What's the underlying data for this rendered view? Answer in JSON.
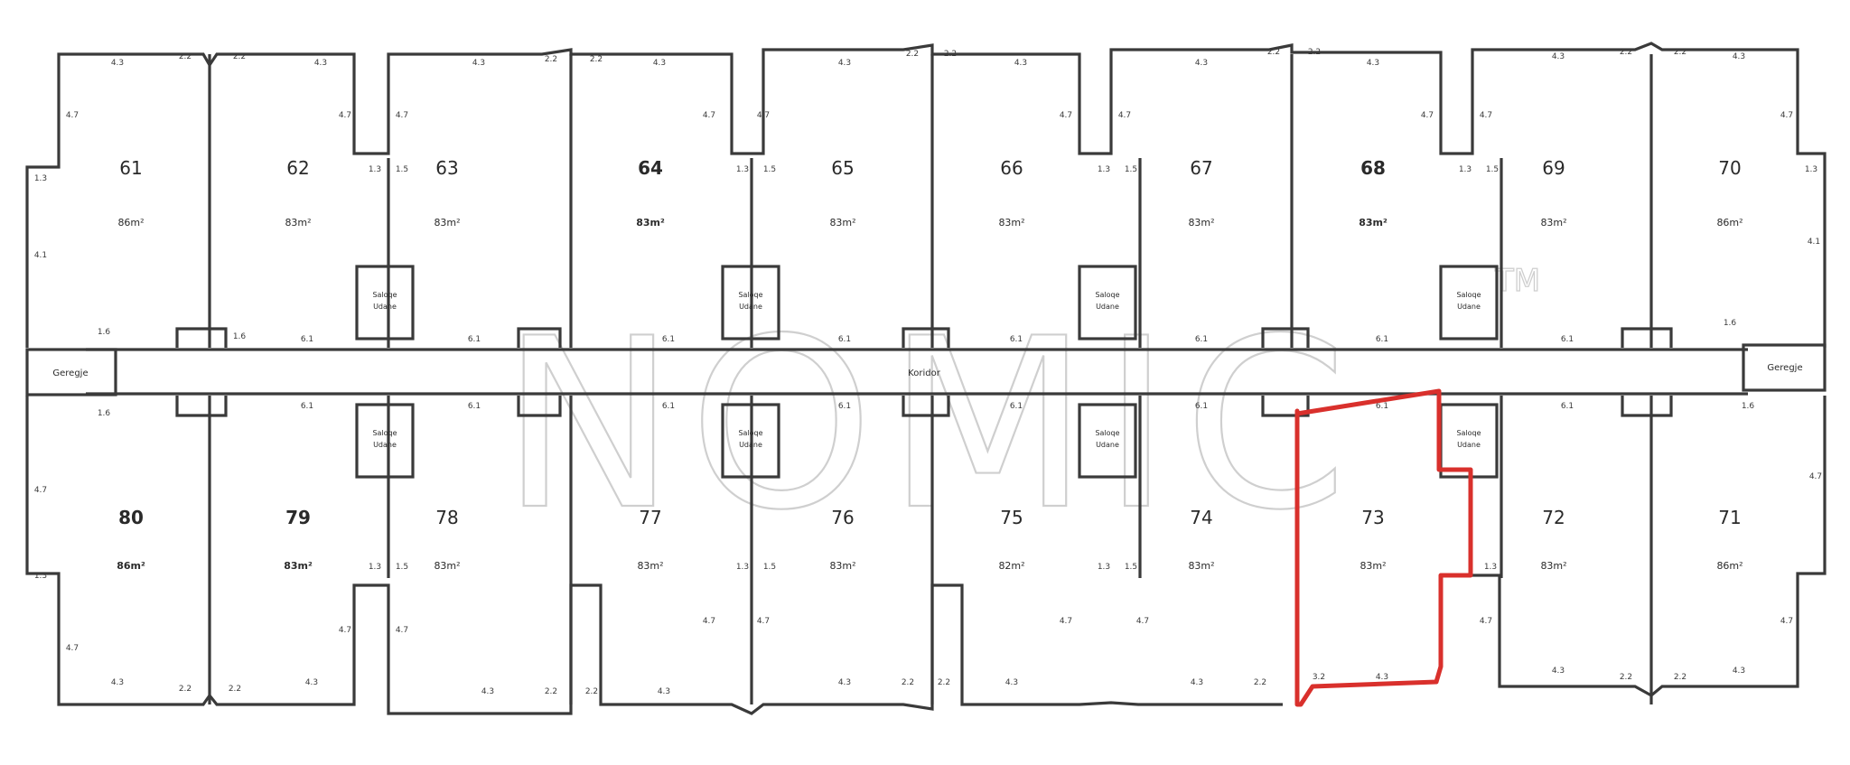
{
  "units_top": [
    {
      "number": "61",
      "area": "86m²",
      "bold": false
    },
    {
      "number": "62",
      "area": "83m²",
      "bold": false
    },
    {
      "number": "63",
      "area": "83m²",
      "bold": false
    },
    {
      "number": "64",
      "area": "83m²",
      "bold": true
    },
    {
      "number": "65",
      "area": "83m²",
      "bold": false
    },
    {
      "number": "66",
      "area": "83m²",
      "bold": false
    },
    {
      "number": "67",
      "area": "83m²",
      "bold": false
    },
    {
      "number": "68",
      "area": "83m²",
      "bold": true
    },
    {
      "number": "69",
      "area": "83m²",
      "bold": false
    },
    {
      "number": "70",
      "area": "86m²",
      "bold": false
    }
  ],
  "units_bottom": [
    {
      "number": "80",
      "area": "86m²",
      "bold": true
    },
    {
      "number": "79",
      "area": "83m²",
      "bold": true
    },
    {
      "number": "78",
      "area": "83m²",
      "bold": false
    },
    {
      "number": "77",
      "area": "83m²",
      "bold": false
    },
    {
      "number": "76",
      "area": "83m²",
      "bold": false
    },
    {
      "number": "75",
      "area": "82m²",
      "bold": false
    },
    {
      "number": "74",
      "area": "83m²",
      "bold": false
    },
    {
      "number": "73",
      "area": "83m²",
      "bold": false,
      "highlighted": true
    },
    {
      "number": "72",
      "area": "83m²",
      "bold": false
    },
    {
      "number": "71",
      "area": "86m²",
      "bold": false
    }
  ],
  "corridor_label": "Koridor",
  "stair_left": "Geregje",
  "stair_right": "Geregje",
  "shaft_label": "Saloqe",
  "shaft_sublabel": "Udane",
  "watermark": "NOMIC",
  "watermark_tm": "TM",
  "dims": {
    "outer_top": "4.3",
    "outer_corner": "2.2",
    "side": "4.7",
    "side2": "1.3",
    "inner": "1.3",
    "inner2": "1.5",
    "corridor_dim": "6.1",
    "edge": "1.6",
    "depth": "4.1",
    "small": "3.2"
  },
  "highlight_color": "#d9302c"
}
